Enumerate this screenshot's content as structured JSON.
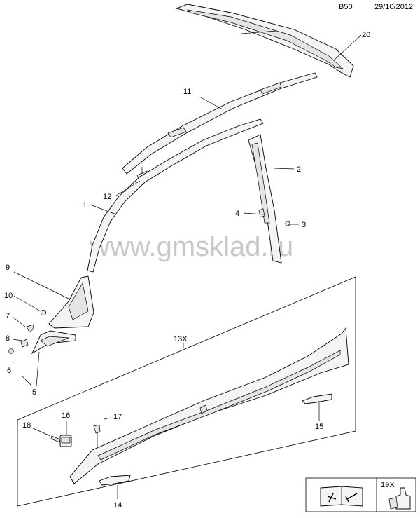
{
  "header": {
    "code": "B50",
    "date": "29/10/2012"
  },
  "watermark": "www.gmsklad.ru",
  "callouts": {
    "c1": "1",
    "c2": "2",
    "c3": "3",
    "c4": "4",
    "c5": "5",
    "c6": "6",
    "c7": "7",
    "c8": "8",
    "c9": "9",
    "c10": "10",
    "c11": "11",
    "c12": "12",
    "c13x": "13X",
    "c14": "14",
    "c15": "15",
    "c16": "16",
    "c17": "17",
    "c18": "18",
    "c19x": "19X",
    "c20": "20"
  },
  "icons": {
    "manual": "manual-tools-icon",
    "adhesive": "adhesive-tube-icon"
  }
}
